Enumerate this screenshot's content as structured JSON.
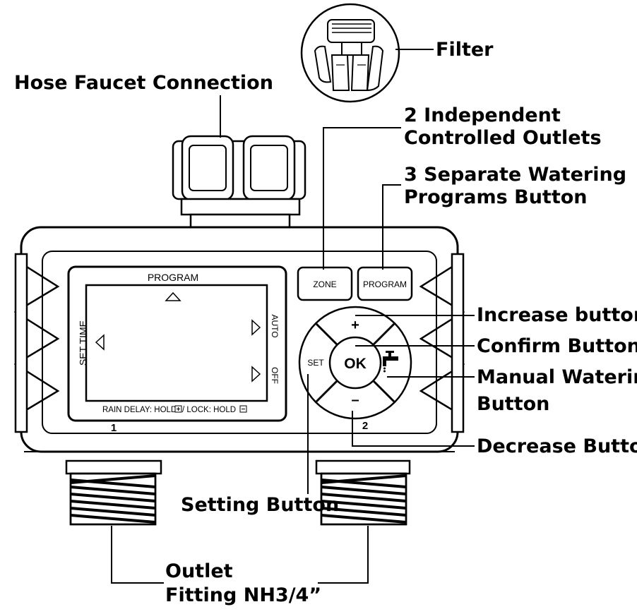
{
  "callouts": {
    "hose_faucet": "Hose Faucet Connection",
    "filter": "Filter",
    "outlets_line1": "2 Independent",
    "outlets_line2": "Controlled Outlets",
    "programs_line1": "3 Separate Watering",
    "programs_line2": "Programs Button",
    "increase": "Increase button",
    "confirm": "Confirm Button",
    "manual_line1": "Manual Watering",
    "manual_line2": "Button",
    "decrease": "Decrease Button",
    "setting": "Setting Button",
    "outlet_line1": "Outlet",
    "outlet_line2": "Fitting NH3/4”"
  },
  "device": {
    "zone_button": "ZONE",
    "program_button": "PROGRAM",
    "display_program": "PROGRAM",
    "display_set_time": "SET TIME",
    "display_auto": "AUTO",
    "display_off": "OFF",
    "rain_delay_text": "RAIN DELAY: HOLD",
    "lock_text": " / LOCK: HOLD",
    "set_label": "SET",
    "ok_label": "OK",
    "plus_label": "+",
    "minus_label": "–",
    "outlet_1": "1",
    "outlet_2": "2"
  }
}
